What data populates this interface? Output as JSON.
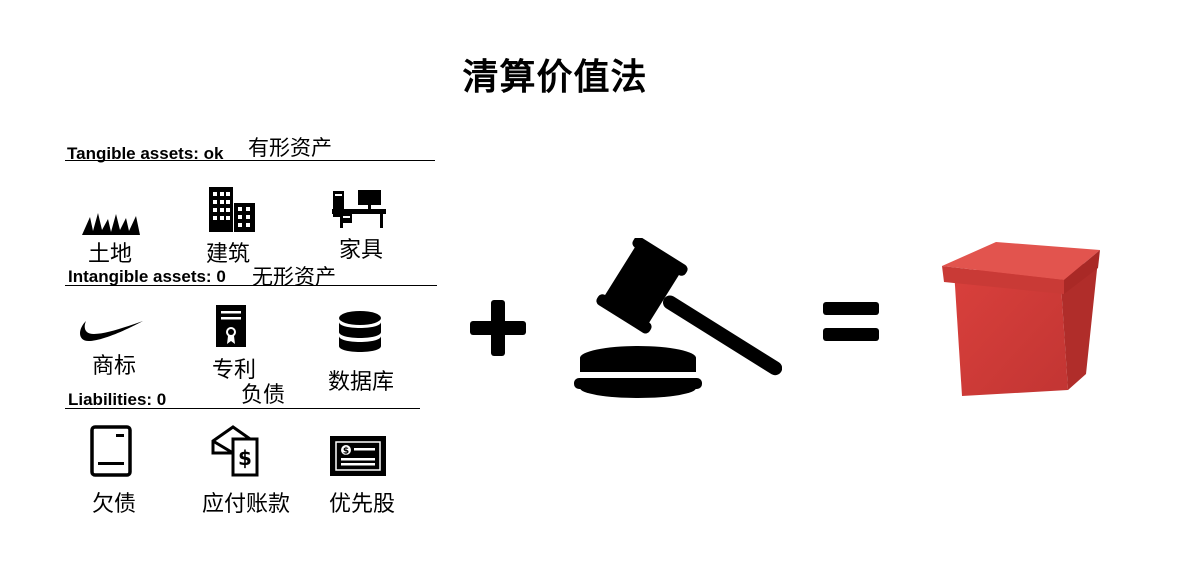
{
  "title": "清算价值法",
  "sections": {
    "tangible": {
      "label": "Tangible assets: ok",
      "cn": "有形资产"
    },
    "intangible": {
      "label": "Intangible assets: 0",
      "cn": "无形资产"
    },
    "liabilities": {
      "label": "Liabilities: 0",
      "cn": "负债"
    }
  },
  "items": {
    "land": "土地",
    "building": "建筑",
    "furniture": "家具",
    "trademark": "商标",
    "patent": "专利",
    "database": "数据库",
    "debt": "欠债",
    "payable": "应付账款",
    "preferred_stock": "优先股"
  },
  "operators": {
    "plus": "+",
    "equals": "="
  },
  "colors": {
    "box": "#d9403c",
    "ink": "#000000"
  }
}
